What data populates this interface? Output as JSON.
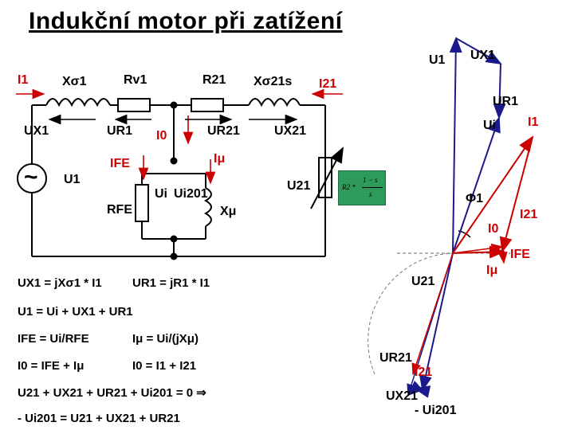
{
  "title": "Indukční motor při zatížení",
  "circuit_labels": {
    "I1": "I1",
    "X_sigma1": "Xσ1",
    "R_v1": "Rv1",
    "R21": "R21",
    "X_sigma21s": "Xσ21s",
    "I21": "I21",
    "U_X1": "UX1",
    "U_R1": "UR1",
    "I0": "I0",
    "U_R21": "UR21",
    "U_X21": "UX21",
    "I_FE": "IFE",
    "I_mu": "Iμ",
    "source_symbol": "~",
    "U1": "U1",
    "U_i": "Ui",
    "U_i201": "Ui201",
    "R_FE": "RFE",
    "X_mu": "Xμ",
    "U21": "U21",
    "formula_left": "R2 *",
    "formula_top": "1 − s",
    "formula_bottom": "s"
  },
  "phasor_labels": {
    "U1": "U1",
    "U_X1": "UX1",
    "U_R1": "UR1",
    "U_i": "Ui",
    "I1": "I1",
    "phi1": "Φ1",
    "I0": "I0",
    "I21": "I21",
    "I_FE": "IFE",
    "I_mu": "Iμ",
    "U21": "U21",
    "U_R21": "UR21",
    "I21_lower": "I21",
    "U_X21": "UX21",
    "minus_U_i201": "- Ui201"
  },
  "equations": [
    "UX1 = jXσ1 * I1",
    "UR1 = jR1 * I1",
    "U1 = Ui + UX1 + UR1",
    "IFE = Ui/RFE",
    "Iμ = Ui/(jXμ)",
    "I0 = IFE + Iμ",
    "I0 = I1 + I21",
    "U21 + UX21 + UR21 + Ui201 = 0 ⇒",
    "- Ui201 = U21 + UX21 + UR21"
  ],
  "colors": {
    "red": "#cc0000",
    "black": "#000000",
    "blue": "#1a1a8c",
    "formula_bg": "#2e9b5b"
  }
}
